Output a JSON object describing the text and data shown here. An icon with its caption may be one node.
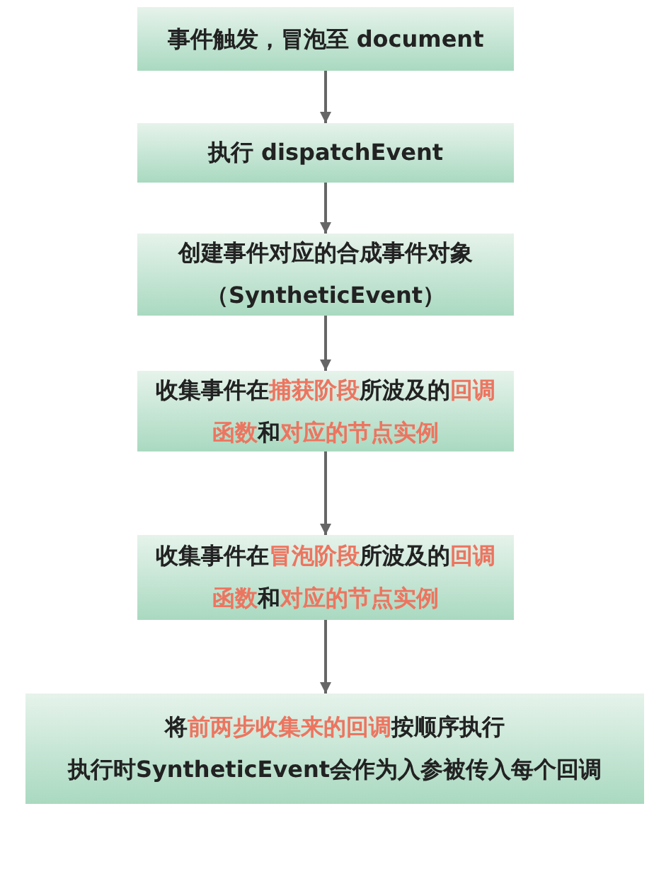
{
  "diagram": {
    "nodes": [
      {
        "text": [
          "事件触发，冒泡至 document"
        ]
      },
      {
        "text": [
          "执行 dispatchEvent"
        ]
      },
      {
        "text": [
          "创建事件对应的合成事件对象（SyntheticEvent）"
        ]
      },
      {
        "text": [
          "收集事件在**捕获阶段**所波及的**回调函数**和**对应的节点实例**"
        ]
      },
      {
        "text": [
          "收集事件在**冒泡阶段**所波及的**回调函数**和**对应的节点实例**"
        ]
      },
      {
        "text": [
          "将**前两步收集来的回调**按顺序执行",
          "执行时SyntheticEvent会作为入参被传入每个回调"
        ]
      }
    ],
    "edges": [
      {
        "from": 0,
        "to": 1,
        "arrow": "to"
      },
      {
        "from": 1,
        "to": 2,
        "arrow": "to"
      },
      {
        "from": 2,
        "to": 3,
        "arrow": "to"
      },
      {
        "from": 3,
        "to": 4,
        "arrow": "to"
      },
      {
        "from": 4,
        "to": 5,
        "arrow": "to"
      }
    ]
  }
}
